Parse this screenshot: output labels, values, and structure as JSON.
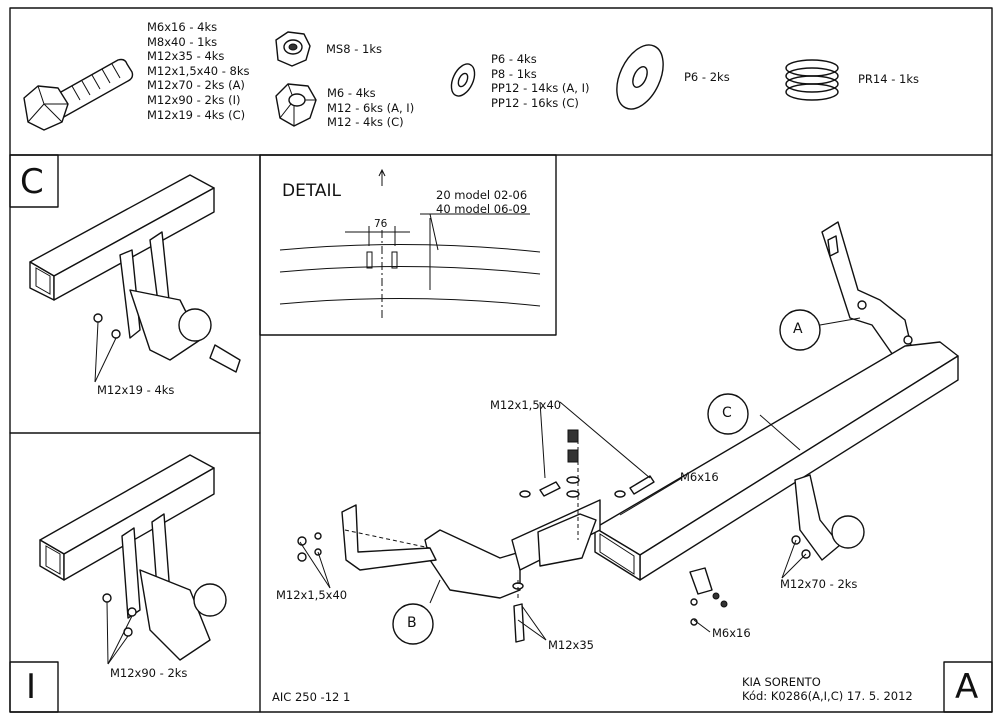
{
  "hardware": {
    "bolt_list": [
      "M6x16 - 4ks",
      "M8x40 - 1ks",
      "M12x35 - 4ks",
      "M12x1,5x40 - 8ks",
      "M12x70 - 2ks (A)",
      "M12x90 - 2ks (I)",
      "M12x19 - 4ks (C)"
    ],
    "nut_ms8": "MS8 - 1ks",
    "nut_list": [
      "M6 - 4ks",
      "M12 - 6ks (A, I)",
      "M12 - 4ks (C)"
    ],
    "washer_list": [
      "P6 - 4ks",
      "P8 - 1ks",
      "PP12 - 14ks (A, I)",
      "PP12 - 16ks (C)"
    ],
    "large_washer": "P6 - 2ks",
    "spring": "PR14 - 1ks"
  },
  "panel_c": {
    "letter": "C",
    "label": "M12x19 - 4ks"
  },
  "panel_i": {
    "letter": "I",
    "label": "M12x90 - 2ks"
  },
  "detail": {
    "title": "DETAIL",
    "dimension": "76",
    "note1": "20 model 02-06",
    "note2": "40 model 06-09"
  },
  "main": {
    "callout_a": "A",
    "callout_b": "B",
    "callout_c": "C",
    "label_m12x1_5x40_top": "M12x1,5x40",
    "label_m6x16_top": "M6x16",
    "label_m12x1_5x40_left": "M12x1,5x40",
    "label_m12x35": "M12x35",
    "label_m6x16_bottom": "M6x16",
    "label_m12x70": "M12x70 - 2ks"
  },
  "footer": {
    "code": "AIC 250 -12 1",
    "vehicle": "KIA SORENTO",
    "kod": "Kód: K0286(A,I,C)  17. 5. 2012",
    "version_letter": "A"
  }
}
